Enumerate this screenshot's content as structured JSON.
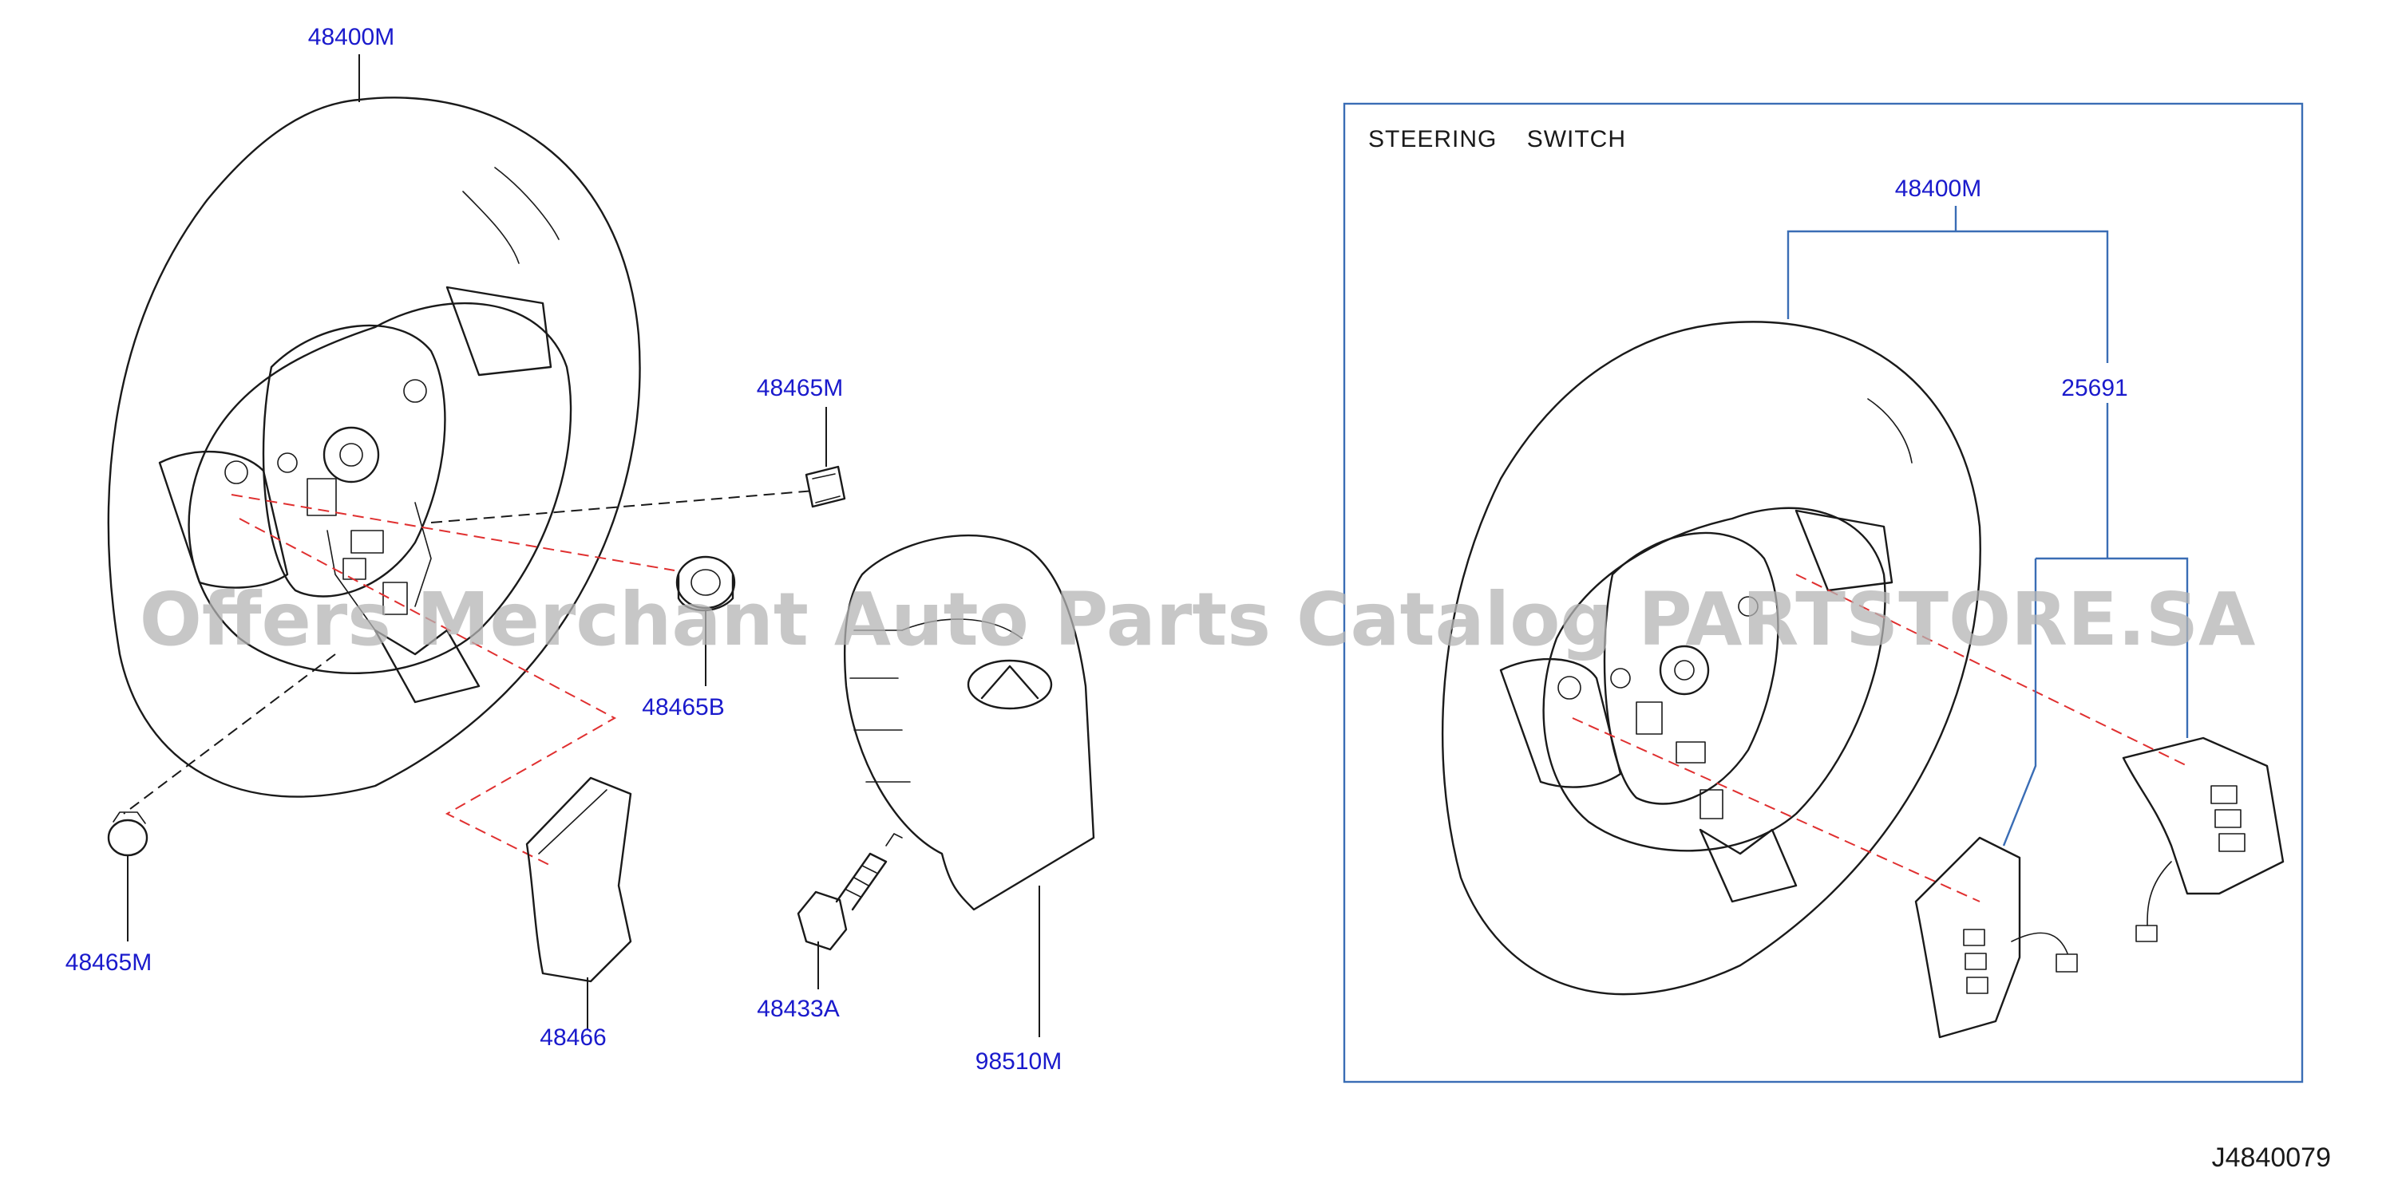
{
  "labels": {
    "wheel_main": "48400M",
    "cap_upper": "48465M",
    "cap_lower": "48465M",
    "bush": "48465B",
    "cover": "48466",
    "bolt": "48433A",
    "airbag": "98510M",
    "box_wheel": "48400M",
    "box_switch": "25691"
  },
  "box_title": "STEERING    SWITCH",
  "diagram_id": "J4840079",
  "watermark": "Offers Merchant Auto Parts Catalog PARTSTORE.SA",
  "colors": {
    "label": "#1a1acc",
    "ink": "#1a1a1a",
    "red_dash": "#e03030",
    "box_border": "#3a6db5",
    "watermark": "#b4b4b4"
  }
}
